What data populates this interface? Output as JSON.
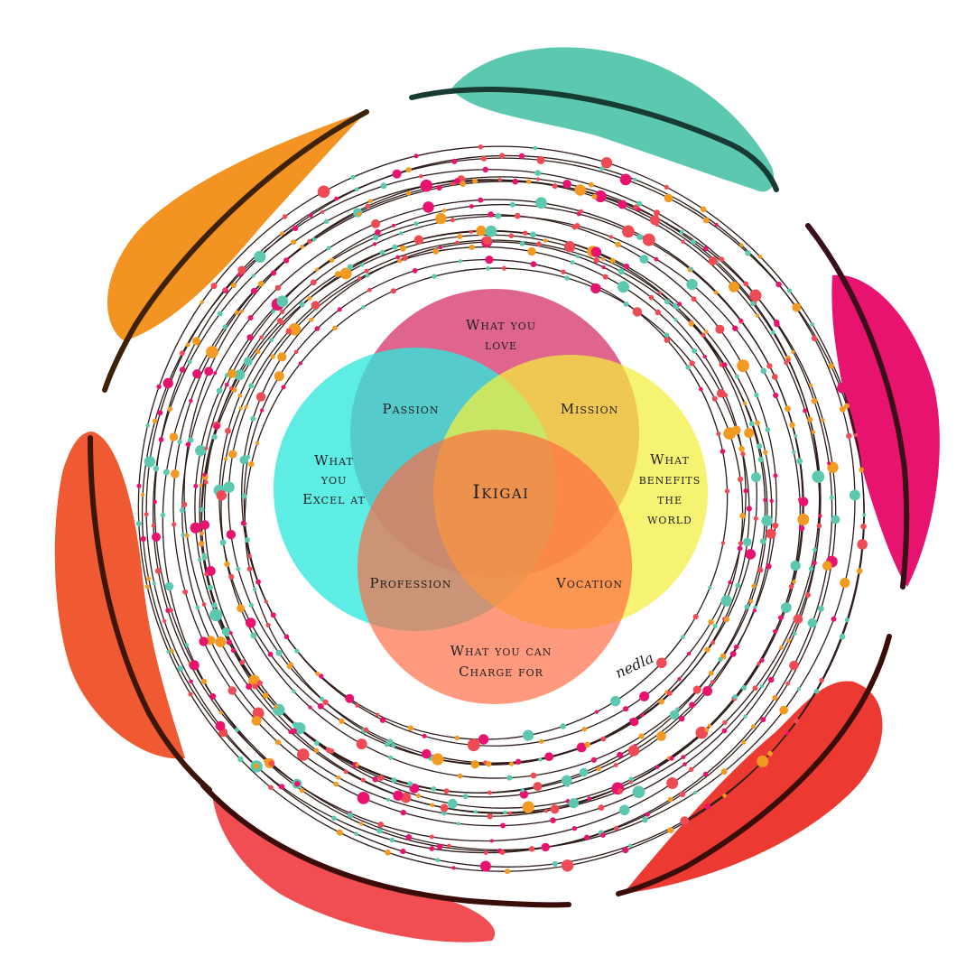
{
  "diagram": {
    "center": "Ikigai",
    "circles": [
      {
        "id": "love",
        "lines": [
          "What you",
          "love"
        ],
        "color": "#dc5483"
      },
      {
        "id": "excel",
        "lines": [
          "What",
          "you",
          "Excel at"
        ],
        "color": "#2fe8dc"
      },
      {
        "id": "world",
        "lines": [
          "What",
          "benefits",
          "the",
          "world"
        ],
        "color": "#f4ee3c"
      },
      {
        "id": "paid",
        "lines": [
          "What you can",
          "Charge for"
        ],
        "color": "#ff6a42"
      }
    ],
    "overlaps": {
      "passion": "Passion",
      "mission": "Mission",
      "profession": "Profession",
      "vocation": "Vocation"
    },
    "signature": "nedla"
  },
  "palette": {
    "thread": "#2c1b17",
    "beads": [
      "#5cc8b0",
      "#e8136f",
      "#f39a23",
      "#ef4b55"
    ],
    "feathers": [
      "#5cc8b0",
      "#e8136f",
      "#ec3a32",
      "#f04e52",
      "#f05a33",
      "#f39321"
    ],
    "quills": [
      "#173a33",
      "#3a0f1a",
      "#3a0d0a",
      "#3a0d0a",
      "#3d150a",
      "#3d2208"
    ]
  }
}
